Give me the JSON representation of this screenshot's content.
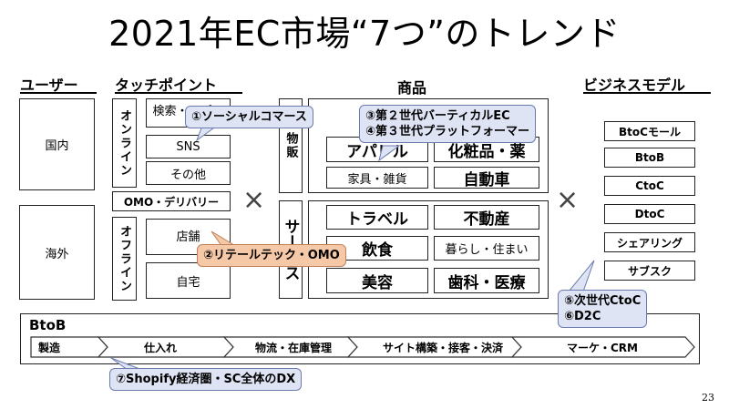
{
  "title": "2021年EC市場“7つ”のトレンド",
  "headers": {
    "user": "ユーザー",
    "touchpoint": "タッチポイント",
    "product": "商品",
    "business_model": "ビジネスモデル"
  },
  "users": [
    "国内",
    "海外"
  ],
  "touchpoint": {
    "online_label": "オンライン",
    "online_items": [
      "検索・アプリ",
      "SNS",
      "その他"
    ],
    "omo": "OMO・デリバリー",
    "offline_label": "オフライン",
    "offline_items": [
      "店舗",
      "自宅"
    ]
  },
  "product": {
    "goods_label": "物販",
    "goods_items": [
      "アパレル",
      "化粧品・薬",
      "家具・雑貨",
      "自動車"
    ],
    "service_label": "サービス",
    "service_items": [
      "トラベル",
      "不動産",
      "飲食",
      "暮らし・住まい",
      "美容",
      "歯科・医療"
    ]
  },
  "business_models": [
    "BtoCモール",
    "BtoB",
    "CtoC",
    "DtoC",
    "シェアリング",
    "サブスク"
  ],
  "cross_symbol": "×",
  "btob": {
    "label": "BtoB",
    "stages": [
      "製造",
      "仕入れ",
      "物流・在庫管理",
      "サイト構築・接客・決済",
      "マーケ・CRM"
    ]
  },
  "callouts": {
    "c1": "①ソーシャルコマース",
    "c2": "②リテールテック・OMO",
    "c3": [
      "③第２世代バーティカルEC",
      "④第３世代プラットフォーマー"
    ],
    "c5": [
      "⑤次世代CtoC",
      "⑥D2C"
    ],
    "c7": "⑦Shopify経済圏・SC全体のDX"
  },
  "colors": {
    "callout_blue": "#dfe4f4",
    "callout_orange": "#f5c9a8"
  },
  "page_number": "23"
}
